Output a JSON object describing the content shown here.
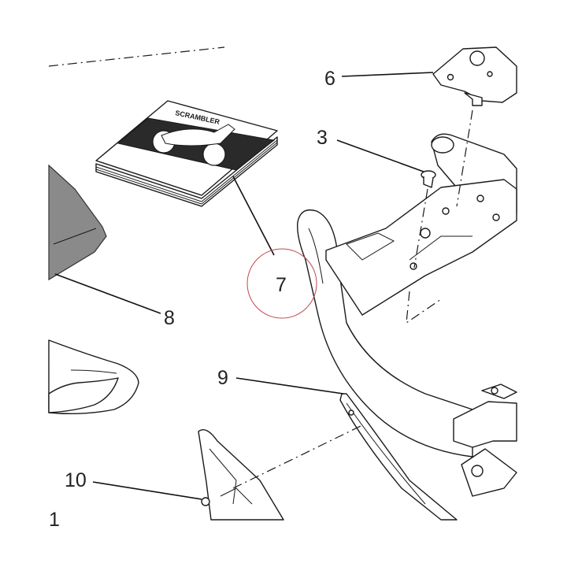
{
  "callouts": {
    "c6": "6",
    "c3": "3",
    "c7": "7",
    "c8": "8",
    "c9": "9",
    "c10": "10",
    "c1": "1"
  },
  "manual_cover_text": "SCRAMBLER",
  "colors": {
    "line": "#1a1a1a",
    "highlight_circle": "#c0484e",
    "seat_grey": "#8a8a8a"
  }
}
